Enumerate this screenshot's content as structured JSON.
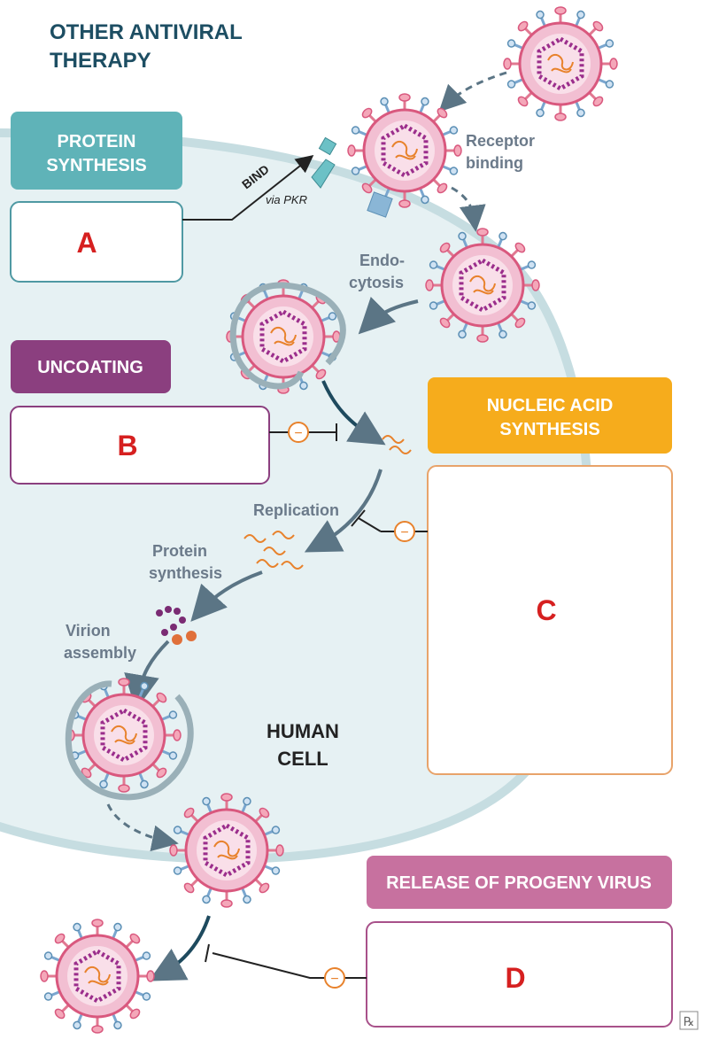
{
  "title_lines": [
    "OTHER ANTIVIRAL",
    "THERAPY"
  ],
  "panels": {
    "protein_synthesis": {
      "header_lines": [
        "PROTEIN",
        "SYNTHESIS"
      ],
      "answer": "A",
      "color": "#5fb3b8"
    },
    "uncoating": {
      "header": "UNCOATING",
      "answer": "B",
      "color": "#8b3f7f"
    },
    "nucleic_acid": {
      "header_lines": [
        "NUCLEIC ACID",
        "SYNTHESIS"
      ],
      "answer": "C",
      "color": "#f6ac1c"
    },
    "release": {
      "header": "RELEASE OF PROGENY VIRUS",
      "answer": "D",
      "color": "#c7719f"
    }
  },
  "labels": {
    "bind": "BIND",
    "via_pkr": "via PKR",
    "receptor_lines": [
      "Receptor",
      "binding"
    ],
    "endocytosis_lines": [
      "Endo-",
      "cytosis"
    ],
    "replication": "Replication",
    "protein_synth_lines": [
      "Protein",
      "synthesis"
    ],
    "virion_lines": [
      "Virion",
      "assembly"
    ],
    "human_cell_lines": [
      "HUMAN",
      "CELL"
    ],
    "inhibit_symbol": "−",
    "rx": "℞"
  },
  "colors": {
    "title": "#1d4e63",
    "cell_fill": "#e6f1f3",
    "cell_border": "#c6dde1",
    "virus_spike": "#e17891",
    "virus_body": "#f2bfd2",
    "virus_capsid": "#9b2e8c",
    "rna": "#e8822c",
    "arrow": "#5b7585",
    "inhibit_circle": "#e8822c"
  }
}
